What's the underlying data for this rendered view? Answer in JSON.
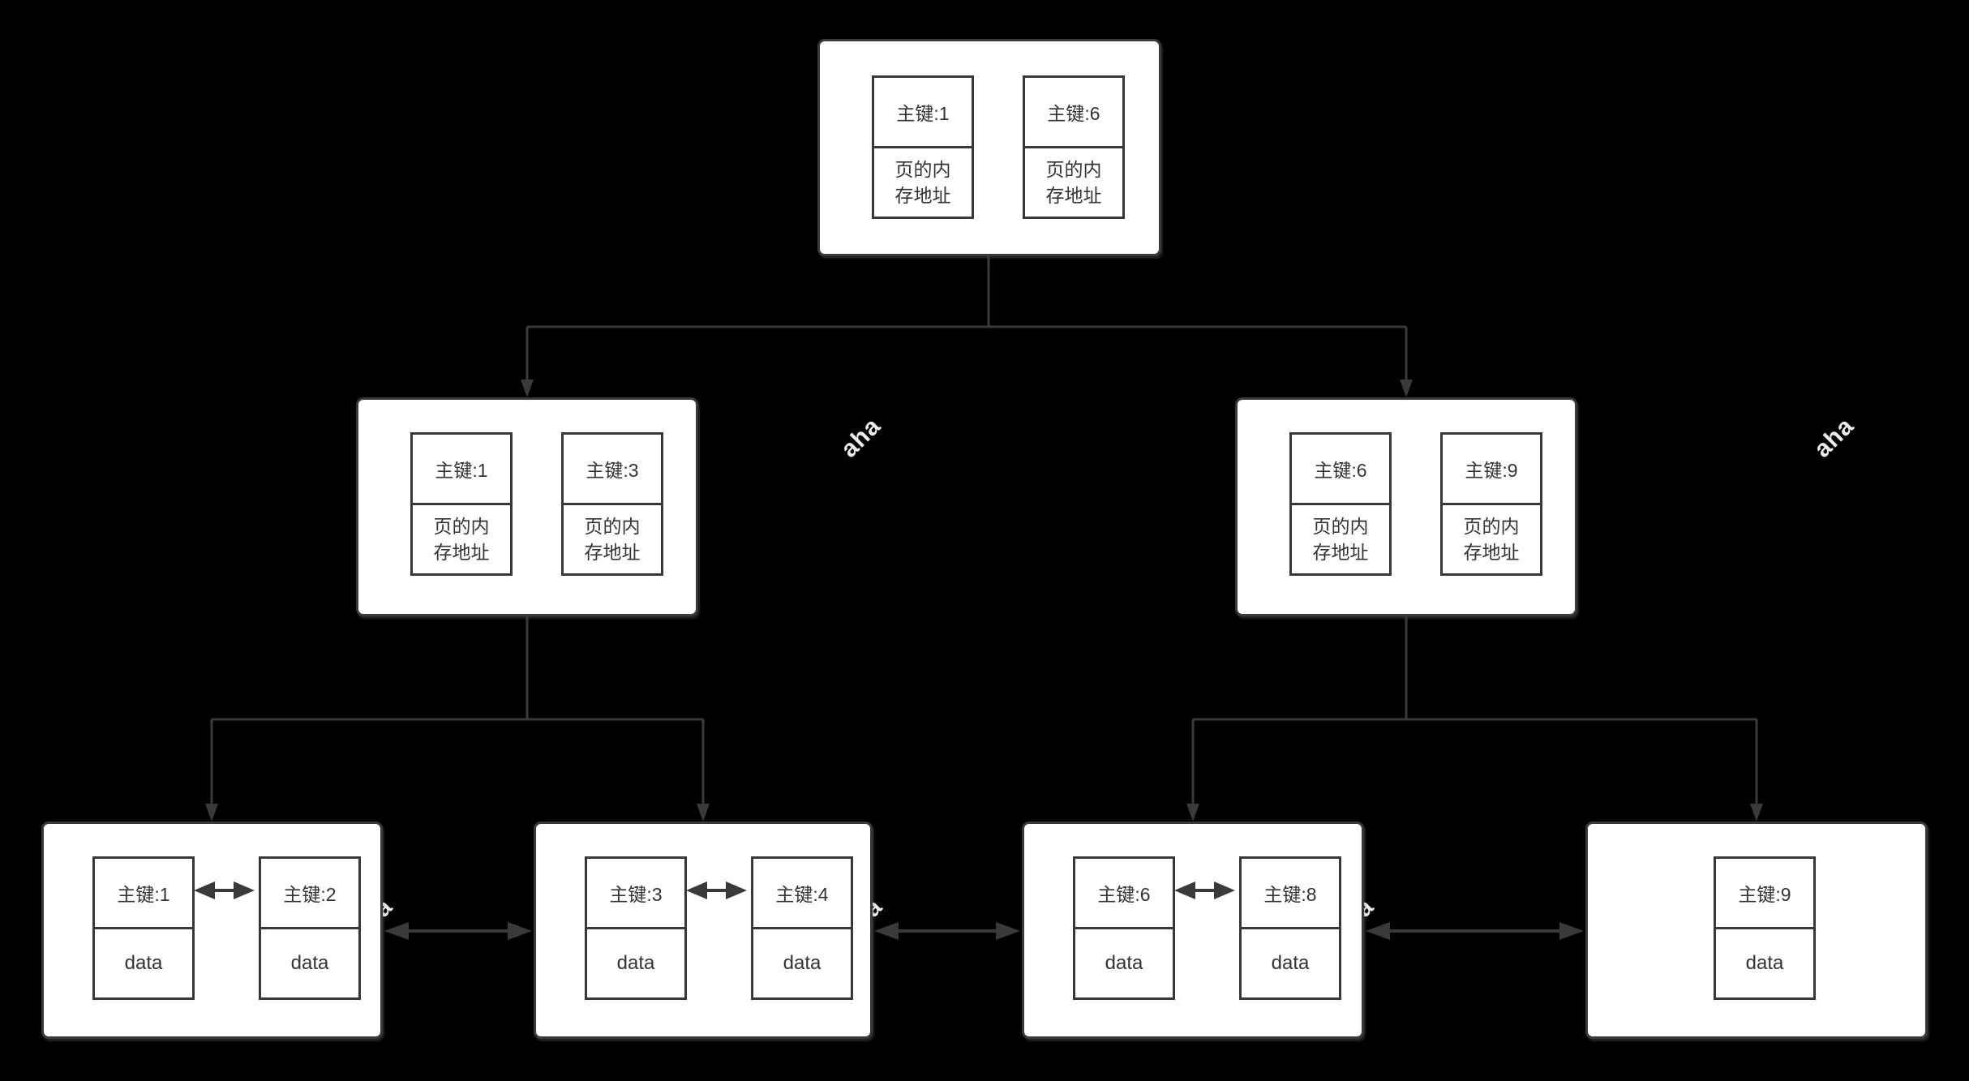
{
  "watermark": {
    "text": "aha"
  },
  "colors": {
    "background": "#000000",
    "node_fill": "#ffffff",
    "line": "#3a3a3a",
    "text": "#333333",
    "watermark": "#ececec"
  },
  "nodes": {
    "root": {
      "cells": [
        {
          "key": "主键:1",
          "value": "页的内存地址"
        },
        {
          "key": "主键:6",
          "value": "页的内存地址"
        }
      ]
    },
    "internal_left": {
      "cells": [
        {
          "key": "主键:1",
          "value": "页的内存地址"
        },
        {
          "key": "主键:3",
          "value": "页的内存地址"
        }
      ]
    },
    "internal_right": {
      "cells": [
        {
          "key": "主键:6",
          "value": "页的内存地址"
        },
        {
          "key": "主键:9",
          "value": "页的内存地址"
        }
      ]
    },
    "leaf_1": {
      "cells": [
        {
          "key": "主键:1",
          "value": "data"
        },
        {
          "key": "主键:2",
          "value": "data"
        }
      ]
    },
    "leaf_2": {
      "cells": [
        {
          "key": "主键:3",
          "value": "data"
        },
        {
          "key": "主键:4",
          "value": "data"
        }
      ]
    },
    "leaf_3": {
      "cells": [
        {
          "key": "主键:6",
          "value": "data"
        },
        {
          "key": "主键:8",
          "value": "data"
        }
      ]
    },
    "leaf_4": {
      "cells": [
        {
          "key": "主键:9",
          "value": "data"
        }
      ]
    }
  }
}
